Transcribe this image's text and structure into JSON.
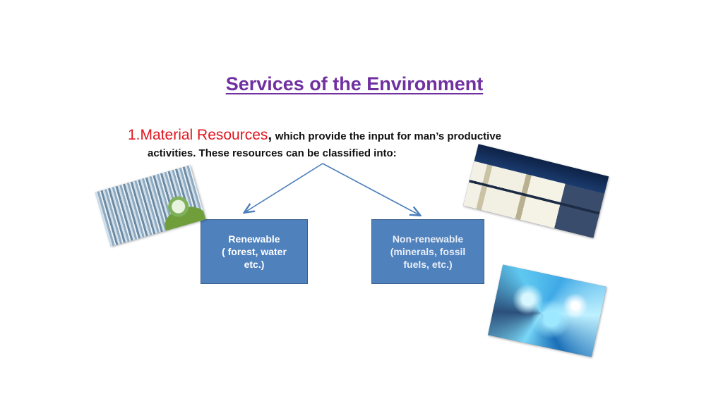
{
  "slide": {
    "title": "Services of the Environment",
    "point": {
      "number_heading": "1.Material Resources",
      "comma": ",",
      "text_line1": "which provide the input for man’s productive",
      "text_line2": "activities. These resources can be classified into:"
    },
    "boxes": {
      "renewable": {
        "line1": "Renewable",
        "line2": "( forest, water",
        "line3": "etc.)"
      },
      "non_renewable": {
        "line1": "Non-renewable",
        "line2": "(minerals, fossil",
        "line3": "fuels, etc.)"
      }
    },
    "colors": {
      "title": "#7030a0",
      "heading": "#e0161e",
      "box_fill": "#4f81bd",
      "arrow": "#4a7ebb"
    },
    "images": [
      "waterfall-photo",
      "gas-station-photo",
      "blue-mineral-crystals-photo"
    ]
  }
}
